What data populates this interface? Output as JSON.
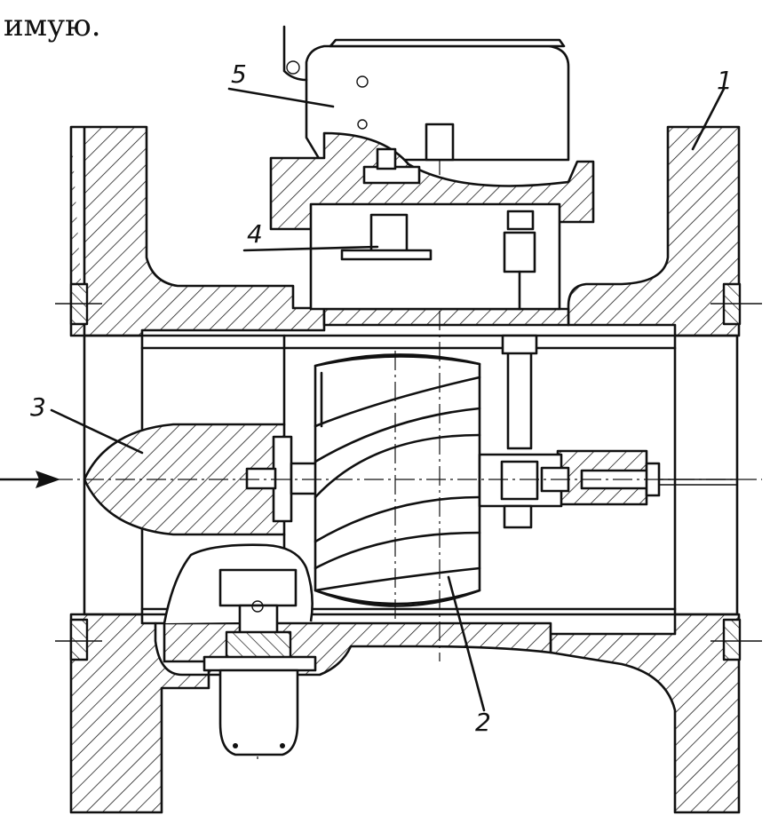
{
  "caption": "имую.",
  "callouts": [
    {
      "id": "1",
      "label": "1"
    },
    {
      "id": "2",
      "label": "2"
    },
    {
      "id": "3",
      "label": "3"
    },
    {
      "id": "4",
      "label": "4"
    },
    {
      "id": "5",
      "label": "5"
    }
  ],
  "colors": {
    "ink": "#111111",
    "paper": "#ffffff"
  }
}
